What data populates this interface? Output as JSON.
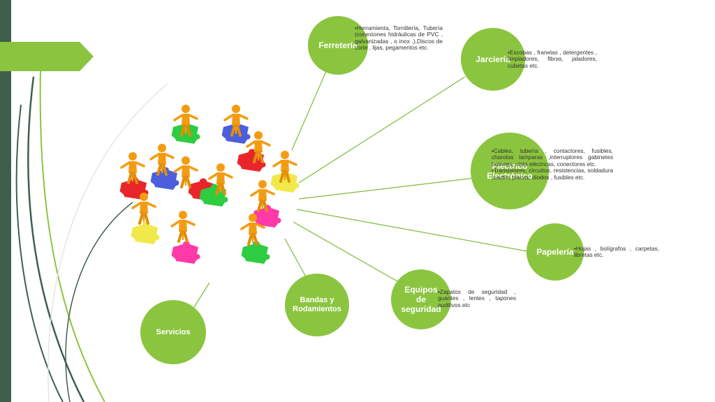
{
  "colors": {
    "node_fill": "#8bc53f",
    "left_bar": "#3e5f4c",
    "arrow_tab": "#8bc53f",
    "connector": "#7fb93a",
    "note_text": "#333333"
  },
  "nodes": {
    "ferreteria": {
      "title": "Ferretería",
      "note": "•Herramienta, Tornillería, Tubería (conexiones hidráulicas de PVC , galvanizadas , o inox .),Discos de corte , lijas, pegamentos etc."
    },
    "jarcieria": {
      "title": "Jarciería",
      "note": "•Escobas , franelas , detergentes , limpiadores, fibras, jaladores, cubetas etc."
    },
    "electrico": {
      "title_line1": "Eléctrico",
      "title_line2": "Electrónico",
      "note_line1": "•Cables, tubería , contactores, fusibles, charolas lamparas ,interruptores gabinetes botones, cinta eléctricas, conectores etc.",
      "note_line2": "•Transistores, circuitos, resistencias, soldadura ,cautín, placas, diodos , fusibles etc."
    },
    "papeleria": {
      "title": "Papelería",
      "note": "•Hojas , bolígrafos , carpetas, libretas etc."
    },
    "equipos": {
      "title_line1": "Equipos",
      "title_line2": "de",
      "title_line3": "seguridad",
      "note": "•Zapatos de seguridad , guantes , lentes , tapones auditivos etc"
    },
    "bandas": {
      "title_line1": "Bandas y",
      "title_line2": "Rodamientos"
    },
    "servicios": {
      "title": "Servicios"
    }
  },
  "icons": {
    "hub": "people-on-puzzle-pieces-illustration"
  }
}
